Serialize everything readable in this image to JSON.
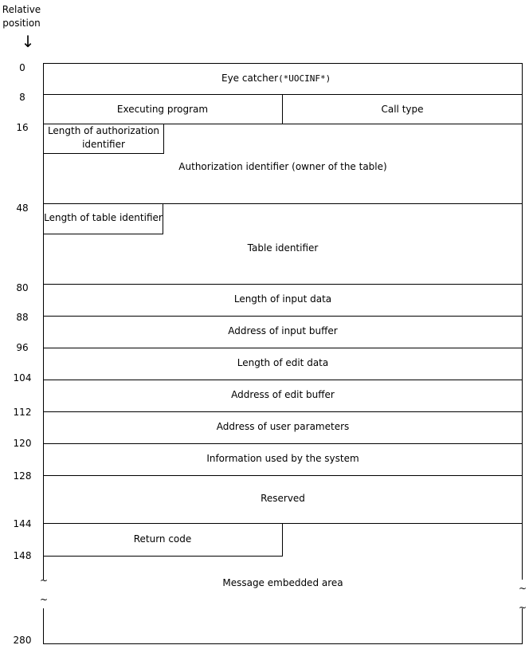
{
  "header": {
    "line1": "Relative",
    "line2": "position",
    "arrow": "↓"
  },
  "offsets": [
    "0",
    "8",
    "16",
    "48",
    "80",
    "88",
    "96",
    "104",
    "112",
    "120",
    "128",
    "144",
    "148",
    "280"
  ],
  "fields": {
    "eye_catcher_prefix": "Eye catcher",
    "eye_catcher_value": "(*UOCINF*)",
    "executing_program": "Executing program",
    "call_type": "Call type",
    "auth_len_line1": "Length of authorization",
    "auth_len_line2": "identifier",
    "auth_id": "Authorization identifier (owner of the table)",
    "table_len": "Length of table identifier",
    "table_id": "Table identifier",
    "input_len": "Length of input data",
    "input_buf": "Address of input buffer",
    "edit_len": "Length of edit data",
    "edit_buf": "Address of edit buffer",
    "user_params": "Address of user parameters",
    "sys_info": "Information used by the system",
    "reserved": "Reserved",
    "return_code": "Return code",
    "message_area": "Message embedded area"
  },
  "break_symbol": "~"
}
